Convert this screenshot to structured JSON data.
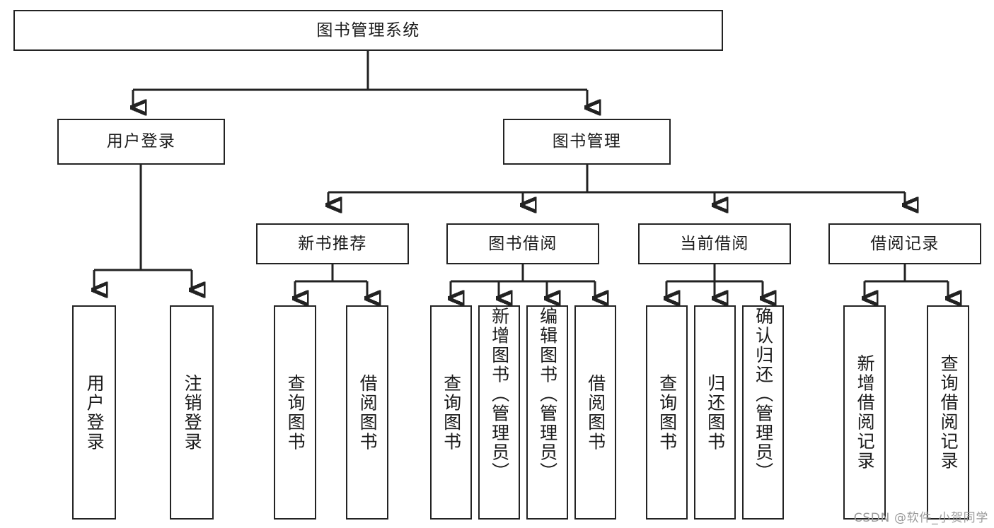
{
  "diagram": {
    "kind": "functional-structure-tree",
    "title": "图书管理系统",
    "watermark": "CSDN @软件_小贺同学",
    "colors": {
      "stroke": "#232323",
      "box_fill": "#ffffff",
      "text": "#1b1b1b",
      "watermark": "#9a9a9a",
      "background": "#ffffff"
    },
    "levels": {
      "root": [
        "图书管理系统"
      ],
      "level2": [
        "用户登录",
        "图书管理"
      ],
      "level3": [
        "新书推荐",
        "图书借阅",
        "当前借阅",
        "借阅记录"
      ],
      "leaves": [
        "用户登录",
        "注销登录",
        "查询图书",
        "借阅图书",
        "查询图书",
        "新增图书（管理员）",
        "编辑图书（管理员）",
        "借阅图书",
        "查询图书",
        "归还图书",
        "确认归还（管理员）",
        "新增借阅记录",
        "查询借阅记录"
      ]
    }
  },
  "root": {
    "label": "图书管理系统"
  },
  "branches": [
    {
      "label": "用户登录",
      "children": [
        {
          "label": "用户登录"
        },
        {
          "label": "注销登录"
        }
      ]
    },
    {
      "label": "图书管理",
      "children": [
        {
          "label": "新书推荐",
          "children": [
            {
              "label": "查询图书"
            },
            {
              "label": "借阅图书"
            }
          ]
        },
        {
          "label": "图书借阅",
          "children": [
            {
              "label": "查询图书"
            },
            {
              "label": "新增图书（管理员）"
            },
            {
              "label": "编辑图书（管理员）"
            },
            {
              "label": "借阅图书"
            }
          ]
        },
        {
          "label": "当前借阅",
          "children": [
            {
              "label": "查询图书"
            },
            {
              "label": "归还图书"
            },
            {
              "label": "确认归还（管理员）"
            }
          ]
        },
        {
          "label": "借阅记录",
          "children": [
            {
              "label": "新增借阅记录"
            },
            {
              "label": "查询借阅记录"
            }
          ]
        }
      ]
    }
  ],
  "nodes": {
    "root": {
      "label": "图书管理系统"
    },
    "l2_user_login": {
      "label": "用户登录"
    },
    "l2_book_manage": {
      "label": "图书管理"
    },
    "l3_new_book_rec": {
      "label": "新书推荐"
    },
    "l3_book_borrow": {
      "label": "图书借阅"
    },
    "l3_current_borrow": {
      "label": "当前借阅"
    },
    "l3_borrow_record": {
      "label": "借阅记录"
    },
    "leaf_user_login": {
      "label": "用户登录"
    },
    "leaf_logout": {
      "label": "注销登录"
    },
    "leaf_query_book_a": {
      "label": "查询图书"
    },
    "leaf_borrow_book_a": {
      "label": "借阅图书"
    },
    "leaf_query_book_b": {
      "label": "查询图书"
    },
    "leaf_add_book": {
      "label": "新增图书（管理员）"
    },
    "leaf_edit_book": {
      "label": "编辑图书（管理员）"
    },
    "leaf_borrow_book_b": {
      "label": "借阅图书"
    },
    "leaf_query_book_c": {
      "label": "查询图书"
    },
    "leaf_return_book": {
      "label": "归还图书"
    },
    "leaf_confirm_return": {
      "label": "确认归还（管理员）"
    },
    "leaf_add_record": {
      "label": "新增借阅记录"
    },
    "leaf_query_record": {
      "label": "查询借阅记录"
    }
  },
  "footer": {
    "watermark": "CSDN @软件_小贺同学"
  }
}
